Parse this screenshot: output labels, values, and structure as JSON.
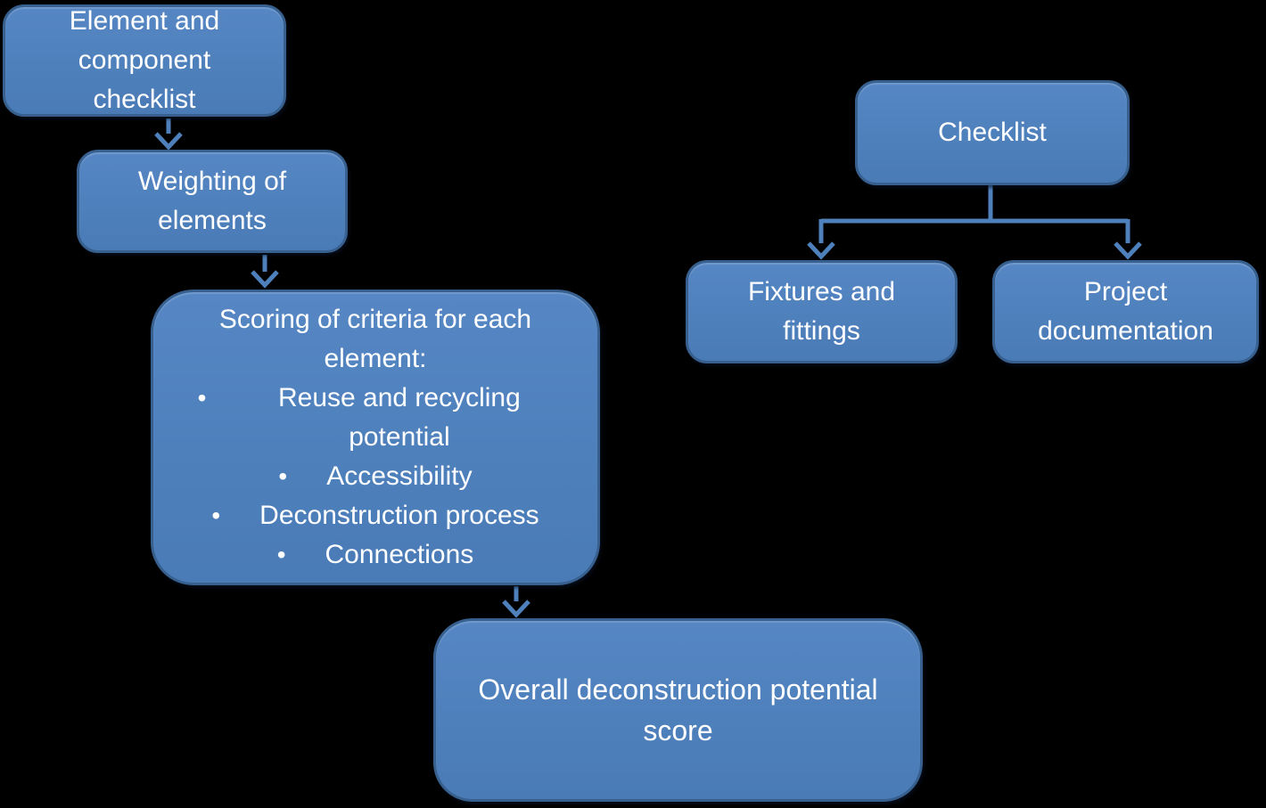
{
  "diagram": {
    "background": "#000000",
    "colors": {
      "box_fill": "#4E80BC",
      "box_fill_top": "#5687C4",
      "box_border": "#38608E",
      "connector": "#4E80BC",
      "text": "#FFFFFF"
    },
    "bullet_char": "•",
    "left_flow": {
      "nodes": [
        {
          "id": "element-checklist",
          "label": "Element and component checklist"
        },
        {
          "id": "weighting",
          "label": "Weighting of elements"
        },
        {
          "id": "scoring",
          "title": "Scoring of criteria for each element:",
          "bullets": [
            "Reuse and recycling potential",
            "Accessibility",
            "Deconstruction process",
            "Connections"
          ]
        },
        {
          "id": "overall",
          "label": "Overall deconstruction potential score"
        }
      ]
    },
    "right_tree": {
      "root": {
        "label": "Checklist"
      },
      "children": [
        {
          "label": "Fixtures and fittings"
        },
        {
          "label": "Project documentation"
        }
      ]
    }
  }
}
